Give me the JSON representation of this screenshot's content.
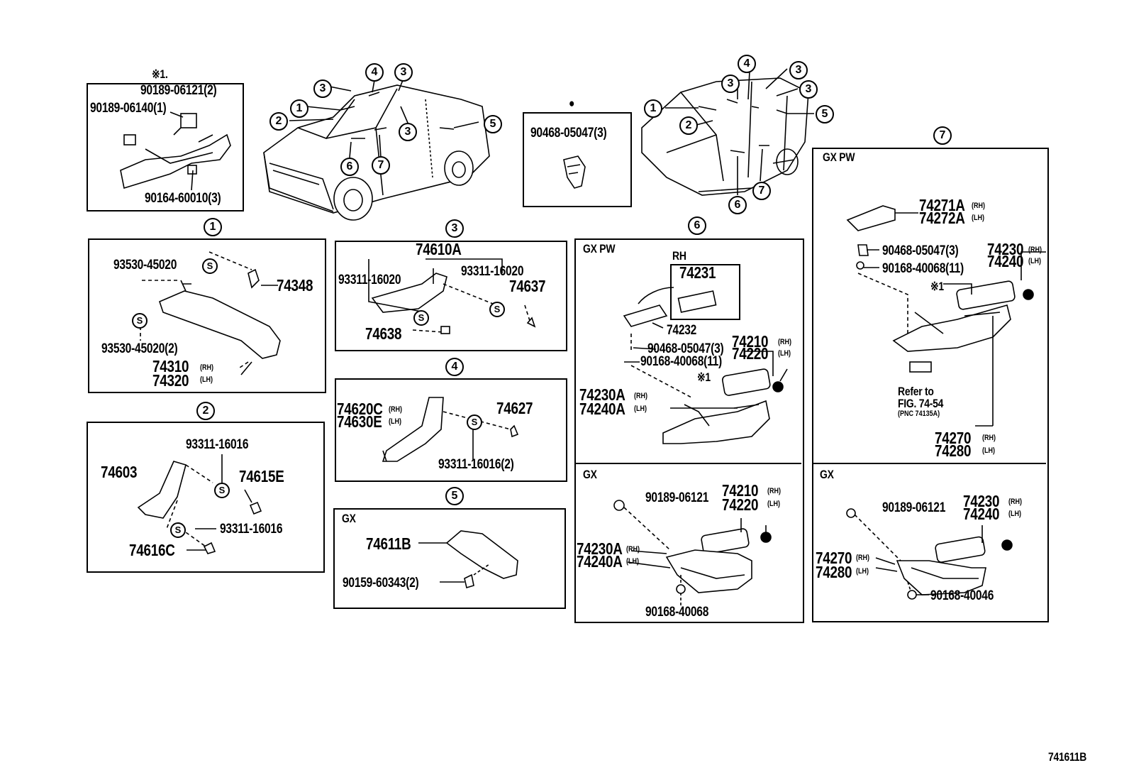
{
  "diagram_id": "741611B",
  "note_mark": "※1",
  "seal_symbol": "S",
  "callouts": [
    "1",
    "2",
    "3",
    "4",
    "5",
    "6",
    "7"
  ],
  "top_inset": {
    "mark": "※1.",
    "labels": [
      "90189-06121(2)",
      "90189-06140(1)",
      "90164-60010(3)"
    ]
  },
  "top_center_inset": {
    "mark_symbol": "●",
    "label": "90468-05047(3)"
  },
  "panel1": {
    "labels": [
      "93530-45020",
      "74348",
      "93530-45020(2)",
      "74310",
      "74320"
    ],
    "rh": "(RH)",
    "lh": "(LH)"
  },
  "panel2": {
    "labels": [
      "93311-16016",
      "74603",
      "74615E",
      "93311-16016",
      "74616C"
    ]
  },
  "panel3": {
    "labels": [
      "74610A",
      "93311-16020",
      "93311-16020",
      "74637",
      "74638"
    ]
  },
  "panel4": {
    "labels": [
      "74620C",
      "74630E",
      "74627",
      "93311-16016(2)"
    ],
    "rh": "(RH)",
    "lh": "(LH)"
  },
  "panel5": {
    "header": "GX",
    "labels": [
      "74611B",
      "90159-60343(2)"
    ]
  },
  "panel6": {
    "header": "GX PW",
    "rh_box": "RH",
    "labels": [
      "74231",
      "74232",
      "90468-05047(3)",
      "90168-40068(11)",
      "74210",
      "74220",
      "74230A",
      "74240A"
    ],
    "rh": "(RH)",
    "lh": "(LH)"
  },
  "panel6b": {
    "header": "GX",
    "labels": [
      "90189-06121",
      "74210",
      "74220",
      "74230A",
      "74240A",
      "90168-40068"
    ],
    "rh": "(RH)",
    "lh": "(LH)"
  },
  "panel7": {
    "header": "GX PW",
    "labels": [
      "74271A",
      "74272A",
      "90468-05047(3)",
      "90168-40068(11)",
      "74230",
      "74240",
      "Refer to",
      "FIG. 74-54",
      "(PNC 74135A)",
      "74270",
      "74280"
    ],
    "rh": "(RH)",
    "lh": "(LH)"
  },
  "panel7b": {
    "header": "GX",
    "labels": [
      "90189-06121",
      "74230",
      "74240",
      "74270",
      "74280",
      "90168-40046"
    ],
    "rh": "(RH)",
    "lh": "(LH)"
  }
}
